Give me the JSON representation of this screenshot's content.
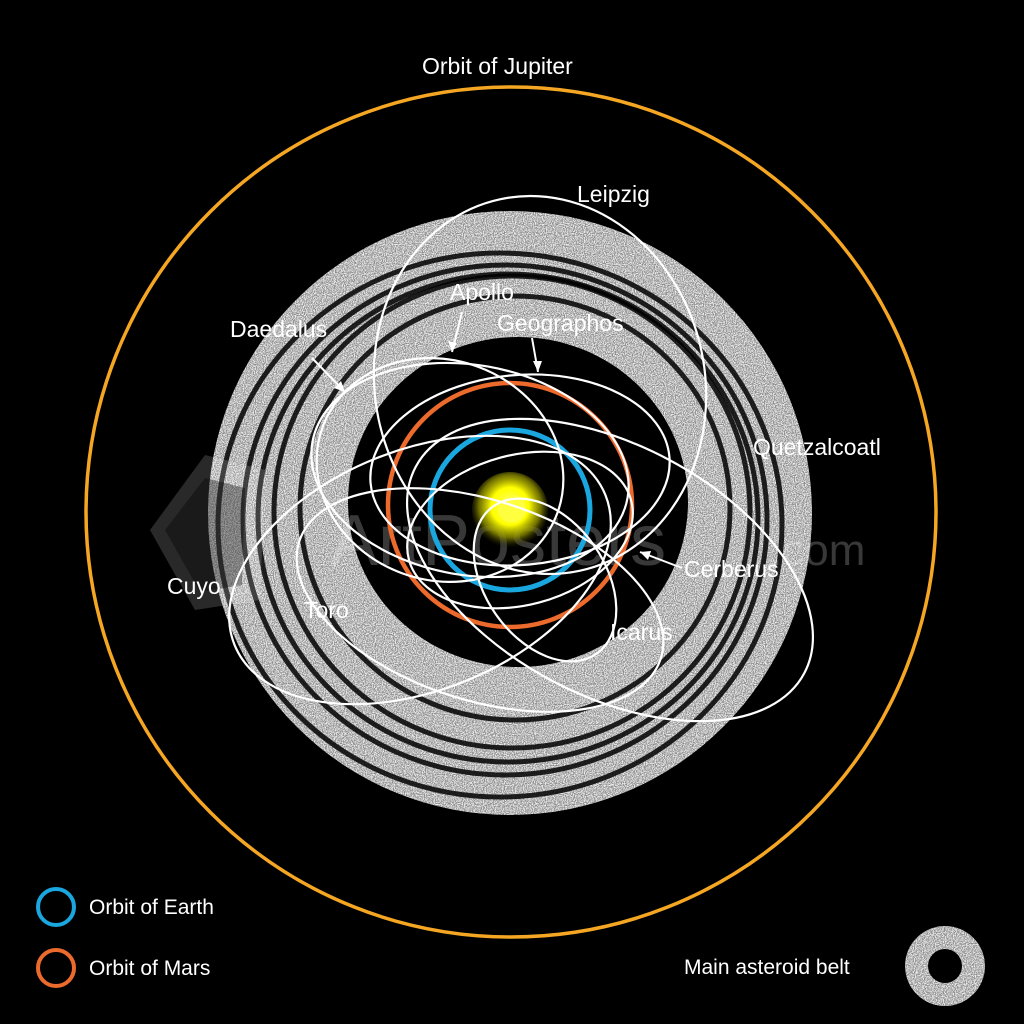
{
  "title": "Orbit of Jupiter",
  "colors": {
    "background": "#000000",
    "jupiter_orbit": "#f5a623",
    "earth_orbit": "#1aa7e0",
    "mars_orbit": "#ec6a2c",
    "sun": "#ffff00",
    "asteroid_orbits": "#ffffff",
    "belt": "#9a9a9a"
  },
  "asteroids": {
    "leipzig": "Leipzig",
    "apollo": "Apollo",
    "geographos": "Geographos",
    "daedalus": "Daedalus",
    "quetzalcoatl": "Quetzalcoatl",
    "cuyo": "Cuyo",
    "toro": "Toro",
    "cerberus": "Cerberus",
    "icarus": "Icarus"
  },
  "legend": {
    "earth": "Orbit of Earth",
    "mars": "Orbit of Mars",
    "belt": "Main asteroid belt"
  },
  "watermark": {
    "brand": "ArtPosters",
    "suffix": ".com"
  }
}
